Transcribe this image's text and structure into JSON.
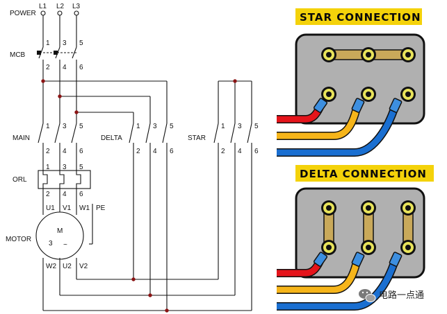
{
  "schematic": {
    "power_label": "POWER",
    "phases": [
      "L1",
      "L2",
      "L3"
    ],
    "mcb_label": "MCB",
    "main_label": "MAIN",
    "delta_label": "DELTA",
    "star_label": "STAR",
    "orl_label": "ORL",
    "motor_label": "MOTOR",
    "motor_symbol": "M",
    "motor_phase_count": "3",
    "motor_ac_symbol": "~",
    "terminals_top": [
      "U1",
      "V1",
      "W1"
    ],
    "pe_label": "PE",
    "terminals_bottom": [
      "W2",
      "U2",
      "V2"
    ],
    "contact_top_numbers": [
      "1",
      "3",
      "5"
    ],
    "contact_bottom_numbers": [
      "2",
      "4",
      "6"
    ]
  },
  "star_panel": {
    "title": "STAR  CONNECTION"
  },
  "delta_panel": {
    "title": "DELTA  CONNECTION"
  },
  "colors": {
    "title_bg": "#f4d20a",
    "panel_bg": "#b0b0b0",
    "panel_border": "#111111",
    "terminal_bar": "#c9a95a",
    "terminal_ring": "#e8e35a",
    "wire_red": "#e5141b",
    "wire_yellow": "#f6b51a",
    "wire_blue": "#1a6fd1",
    "lug": "#3d8fe0",
    "junction_dot": "#8b1414"
  },
  "watermark": {
    "icon": "wechat-icon",
    "text": "电路一点通"
  }
}
